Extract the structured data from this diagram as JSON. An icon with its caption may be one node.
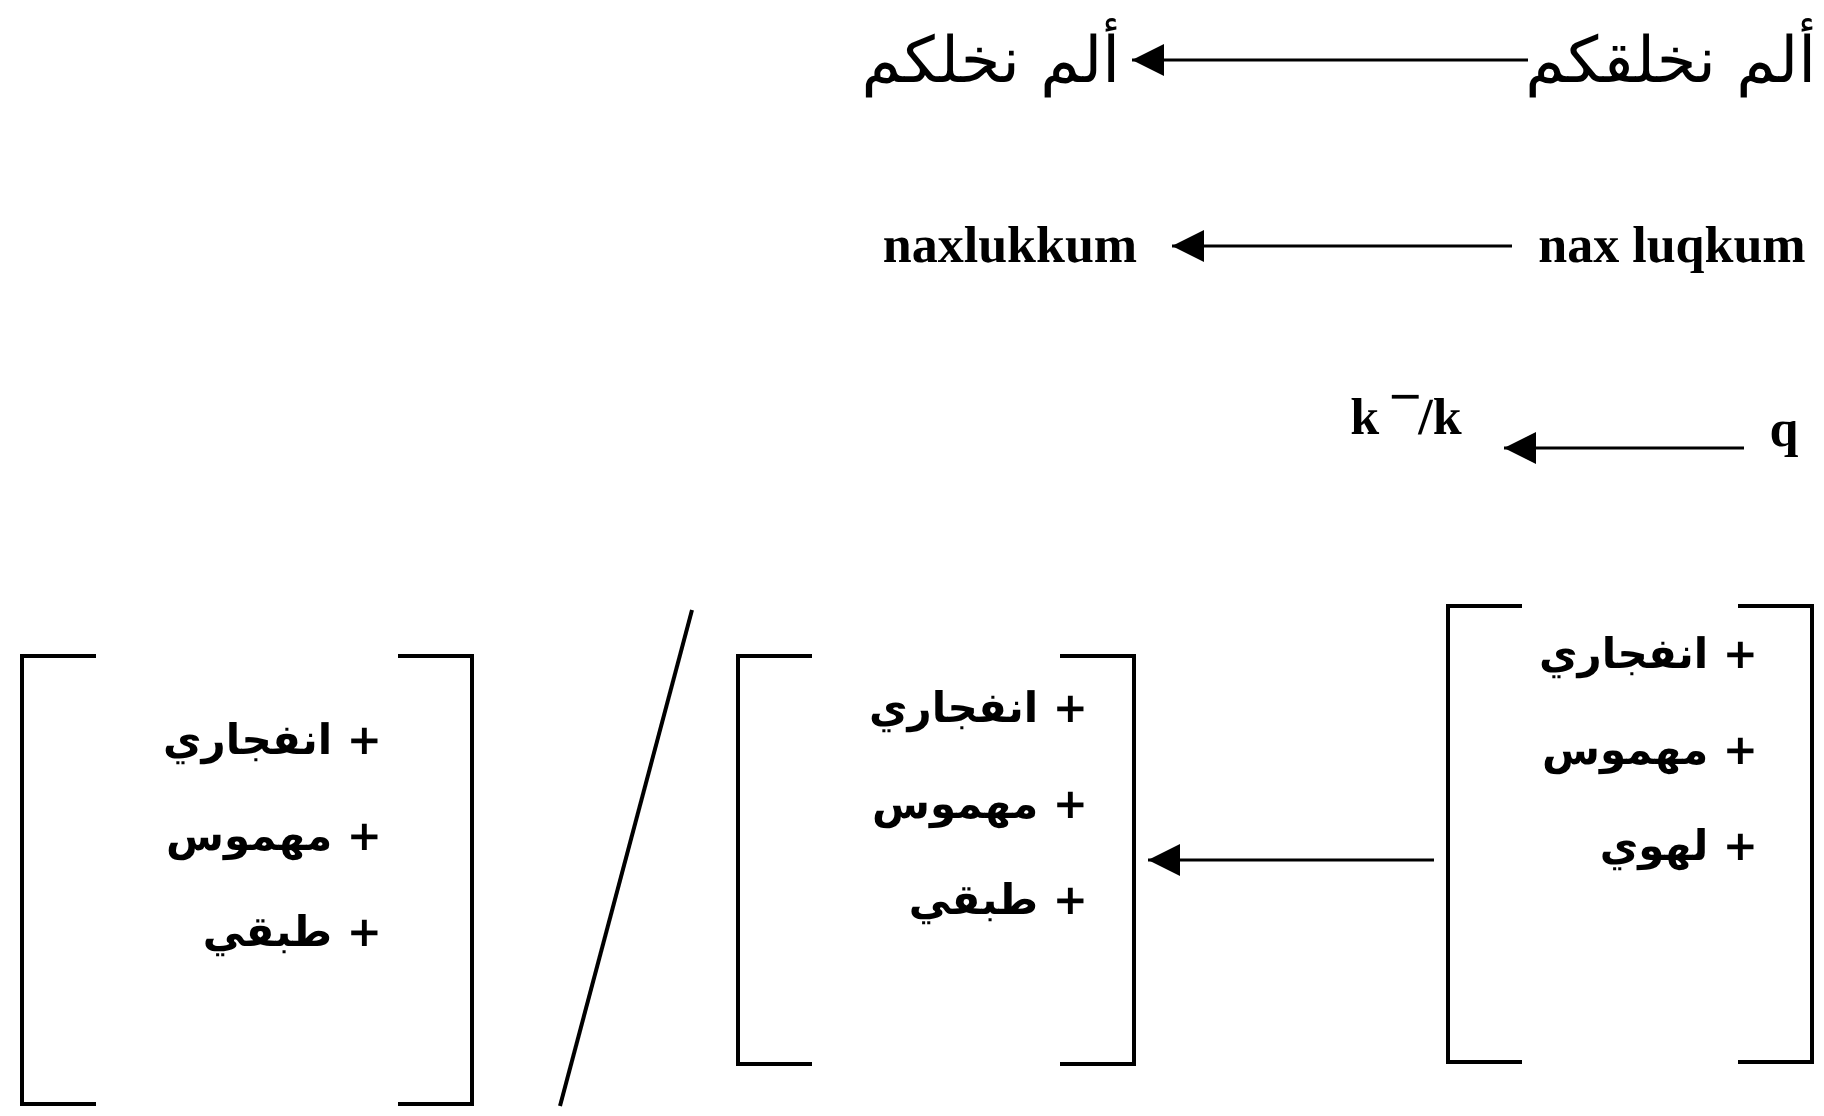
{
  "diagram": {
    "nodes": [
      {
        "text": [
          "ألم نخلقكم"
        ]
      },
      {
        "text": [
          "ألم نخلكم"
        ]
      },
      {
        "text": [
          "nax luqkum"
        ]
      },
      {
        "text": [
          "naxlukkum"
        ]
      },
      {
        "text": [
          "q"
        ]
      },
      {
        "text": [
          "k ¯/k"
        ]
      },
      {
        "text": [
          "+ انفجاري",
          "+ مهموس",
          "+ لهوي"
        ]
      },
      {
        "text": [
          "+ انفجاري",
          "+ مهموس",
          "+ طبقي"
        ]
      },
      {
        "text": [
          "+ انفجاري",
          "+ مهموس",
          "+ طبقي"
        ]
      }
    ],
    "edges": [
      {
        "from": 0,
        "to": 1,
        "arrow": "to"
      },
      {
        "from": 2,
        "to": 3,
        "arrow": "to"
      },
      {
        "from": 4,
        "to": 5,
        "arrow": "to"
      },
      {
        "from": 6,
        "to": 7,
        "arrow": "to"
      }
    ]
  }
}
